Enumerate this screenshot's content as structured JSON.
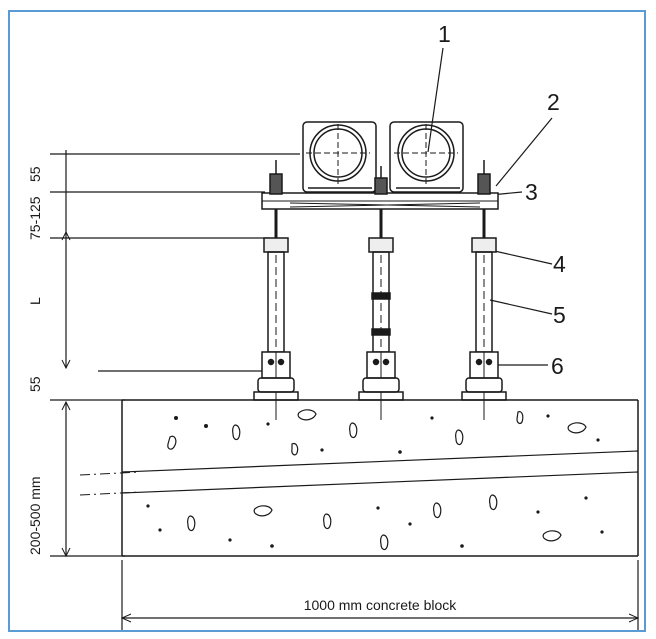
{
  "callouts": [
    "1",
    "2",
    "3",
    "4",
    "5",
    "6"
  ],
  "dimensions": {
    "top_plate": "55",
    "adjust_range": "75-125",
    "column_length": "L",
    "base_plate": "55",
    "block_depth": "200-500 mm"
  },
  "block_label": "1000 mm concrete block",
  "colors": {
    "frame": "#5b9bd5",
    "ink": "#1a1a1a"
  }
}
